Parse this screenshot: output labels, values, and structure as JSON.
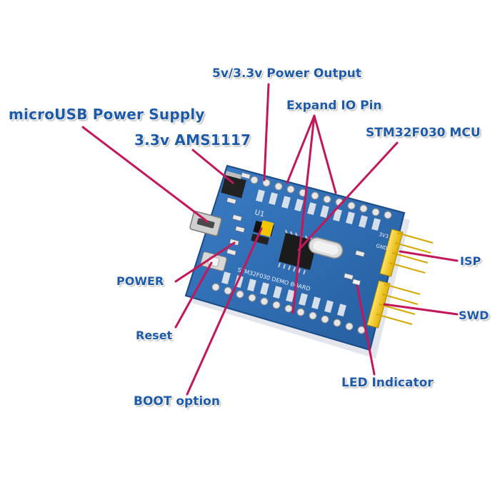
{
  "labels": {
    "power_output": "5v/3.3v Power Output",
    "expand_io": "Expand IO Pin",
    "usb_power": "microUSB Power Supply",
    "regulator": "3.3v AMS1117",
    "mcu": "STM32F030 MCU",
    "power": "POWER",
    "isp": "ISP",
    "swd": "SWD",
    "reset": "Reset",
    "led": "LED Indicator",
    "boot": "BOOT option"
  },
  "board": {
    "silkscreen_title": "STM32F030 DEMO BOARD",
    "u1": "U1",
    "pin_3v3": "3V3",
    "pin_gnd": "GND"
  },
  "colors": {
    "label_text": "#1f5aa8",
    "leader_line": "#c2185b",
    "pcb": "#2f6fb8",
    "pcb_dark": "#1f4f8f",
    "header_pins": "#f2c400",
    "pads": "#d9d9d9"
  }
}
